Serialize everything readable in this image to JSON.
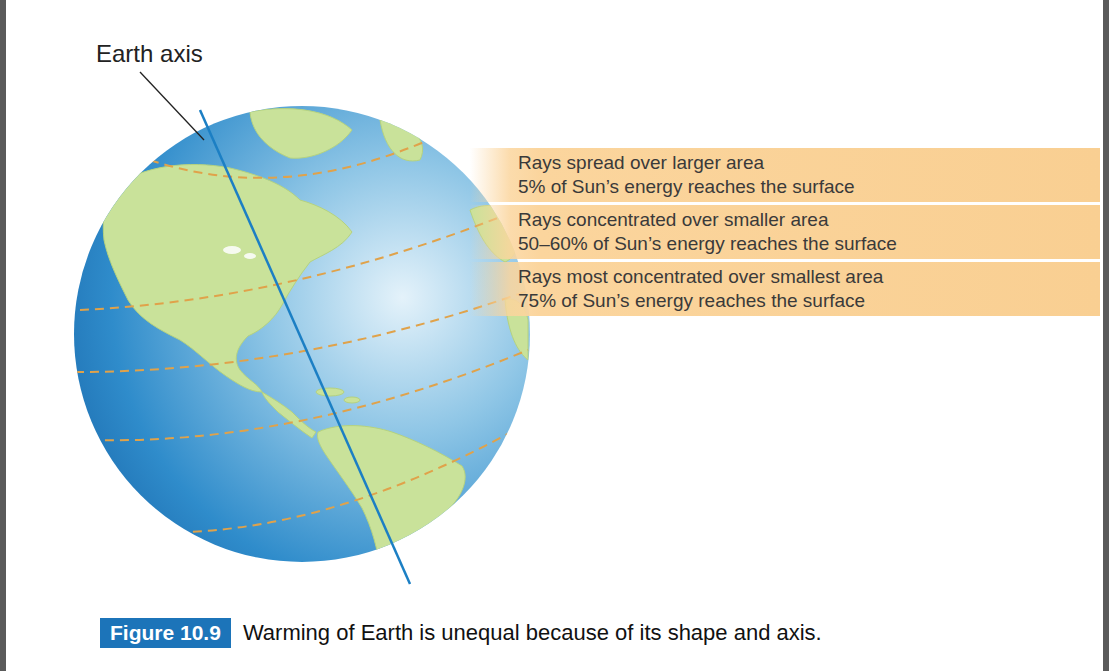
{
  "diagram": {
    "caption": "Warming of Earth is unequal because of its shape and axis.",
    "nodes": [
      {
        "text": [
          "Rays spread over larger area",
          "5% of Sun’s energy reaches the surface"
        ]
      },
      {
        "text": [
          "Rays concentrated over smaller area",
          "50–60% of Sun’s energy reaches the surface"
        ]
      },
      {
        "text": [
          "Rays most concentrated over smallest area",
          "75% of Sun’s energy reaches the surface"
        ]
      },
      {
        "text": [
          "Figure 10.9"
        ]
      }
    ],
    "labels": [
      "Earth axis"
    ]
  }
}
